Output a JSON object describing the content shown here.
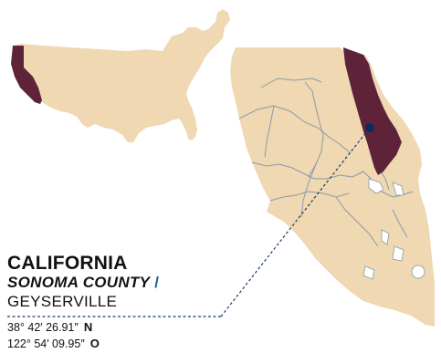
{
  "location": {
    "state": "CALIFORNIA",
    "county": "SONOMA COUNTY",
    "county_separator": "/",
    "city": "GEYSERVILLE"
  },
  "coordinates": {
    "lat": "38° 42′ 26.91″",
    "lat_dir": "N",
    "lon": "122° 54′ 09.95″",
    "lon_dir": "O"
  },
  "colors": {
    "land": "#efd8b2",
    "highlight": "#5e2338",
    "marker": "#0f2a5c",
    "leader_line": "#1a3a6b",
    "slash": "#1f5f8f",
    "boundary": "#8a9aa8"
  }
}
